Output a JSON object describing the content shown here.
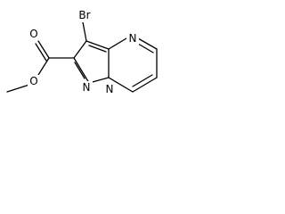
{
  "molecule": {
    "atoms": {
      "bromine": "Br",
      "ring_n_pyrimidine": "N",
      "ring_n_pyrazole": "N",
      "ring_n_bridgehead": "N",
      "carbonyl_o": "O",
      "ester_o": "O"
    }
  }
}
